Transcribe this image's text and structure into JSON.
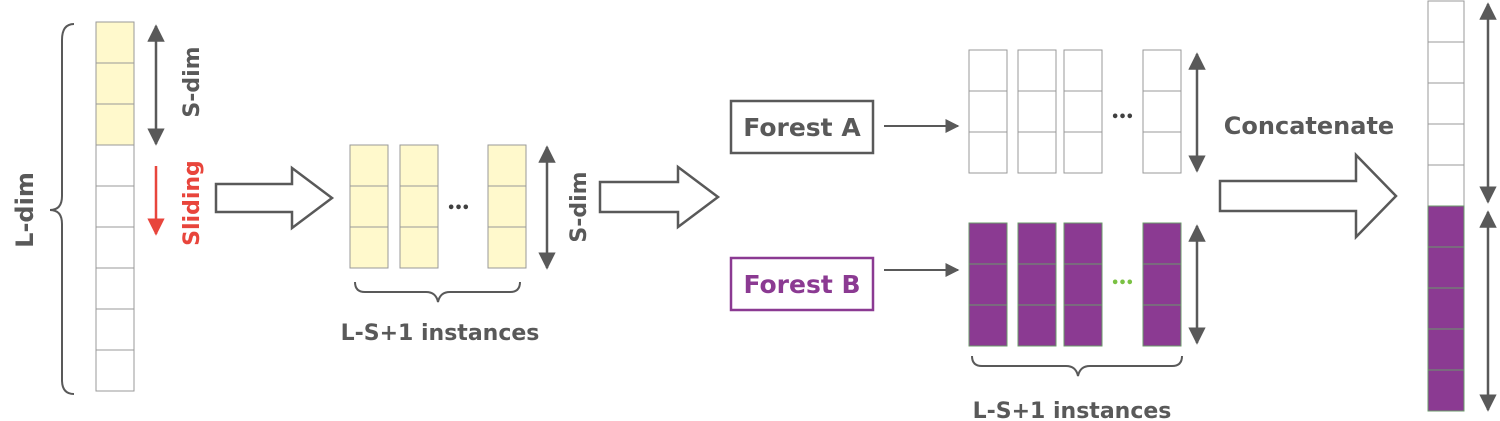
{
  "labels": {
    "l_dim": "L-dim",
    "s_dim_left": "S-dim",
    "sliding": "Sliding",
    "s_dim_mid": "S-dim",
    "instances_mid": "L-S+1 instances",
    "ellipsis_mid": "•••",
    "forest_a": "Forest A",
    "forest_b": "Forest B",
    "ellipsis_a": "•••",
    "ellipsis_b": "•••",
    "concatenate": "Concatenate",
    "instances_bottom": "L-S+1 instances"
  },
  "colors": {
    "yellow_cell": "#fff9cc",
    "purple_cell": "#8b3a92",
    "purple_text": "#8b3a92",
    "purple_grid": "#6a9a6a",
    "sliding_red": "#e8453c",
    "gray_text": "#595959",
    "gray_line": "#888888",
    "green_dots": "#7ac143"
  }
}
